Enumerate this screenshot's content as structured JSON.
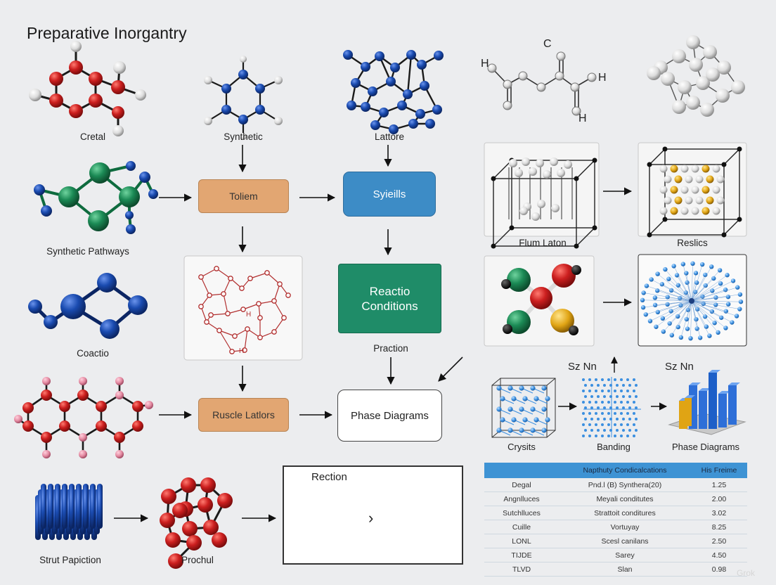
{
  "title": "Preparative Inorgantry",
  "molecule_labels": {
    "cretal": "Cretal",
    "synthetic": "Synthetic",
    "lattore": "Lattore",
    "synthetic_pathways": "Synthetic Pathways",
    "coactio": "Coactio",
    "strut_papiction": "Strut Papiction",
    "prochul": "Prochul"
  },
  "formula_letters": {
    "c": "C",
    "h_left": "H",
    "h_right": "H",
    "h_bottom": "H"
  },
  "network_letters": {
    "h1": "H",
    "h2": "H"
  },
  "boxes": {
    "toliem": "Toliem",
    "syieills": "Syieills",
    "reactio_conditions": "Reactio\nConditions",
    "ruscle_latlors": "Ruscle Latlors",
    "phase_diagrams": "Phase Diagrams"
  },
  "praction": "Praction",
  "right_labels": {
    "flum_laton": "Flum Laton",
    "reslics": "Reslics",
    "crysits": "Crysits",
    "banding": "Banding",
    "phase_diagrams_small": "Phase Diagrams",
    "sz_nn_1": "Sz Nn",
    "sz_nn_2": "Sz Nn"
  },
  "reaction_panel": {
    "title": "Rection",
    "arrow": "›"
  },
  "table": {
    "headers": [
      "",
      "Napthuty Condicalcations",
      "His Freime"
    ],
    "rows": [
      [
        "Degal",
        "Pnd.l (B) Synthera(20)",
        "1.25"
      ],
      [
        "Angnlluces",
        "Meyali conditutes",
        "2.00"
      ],
      [
        "Sutchlluces",
        "Strattoit conditures",
        "3.02"
      ],
      [
        "Cuille",
        "Vortuyay",
        "8.25"
      ],
      [
        "LONL",
        "Scesl canilans",
        "2.50"
      ],
      [
        "TIJDE",
        "Sarey",
        "4.50"
      ],
      [
        "TLVD",
        "Slan",
        "0.98"
      ]
    ]
  },
  "watermark": "Grok",
  "colors": {
    "background": "#ecedef",
    "atom_red": "#cc1f1f",
    "atom_blue": "#1a4bb0",
    "atom_green": "#1b8a55",
    "atom_white": "#e4e4e4",
    "atom_yellow": "#e0a414",
    "box_orange": "#e2a672",
    "box_blue": "#3d8cc6",
    "box_green": "#1f8c68",
    "table_header": "#3e93d4"
  }
}
